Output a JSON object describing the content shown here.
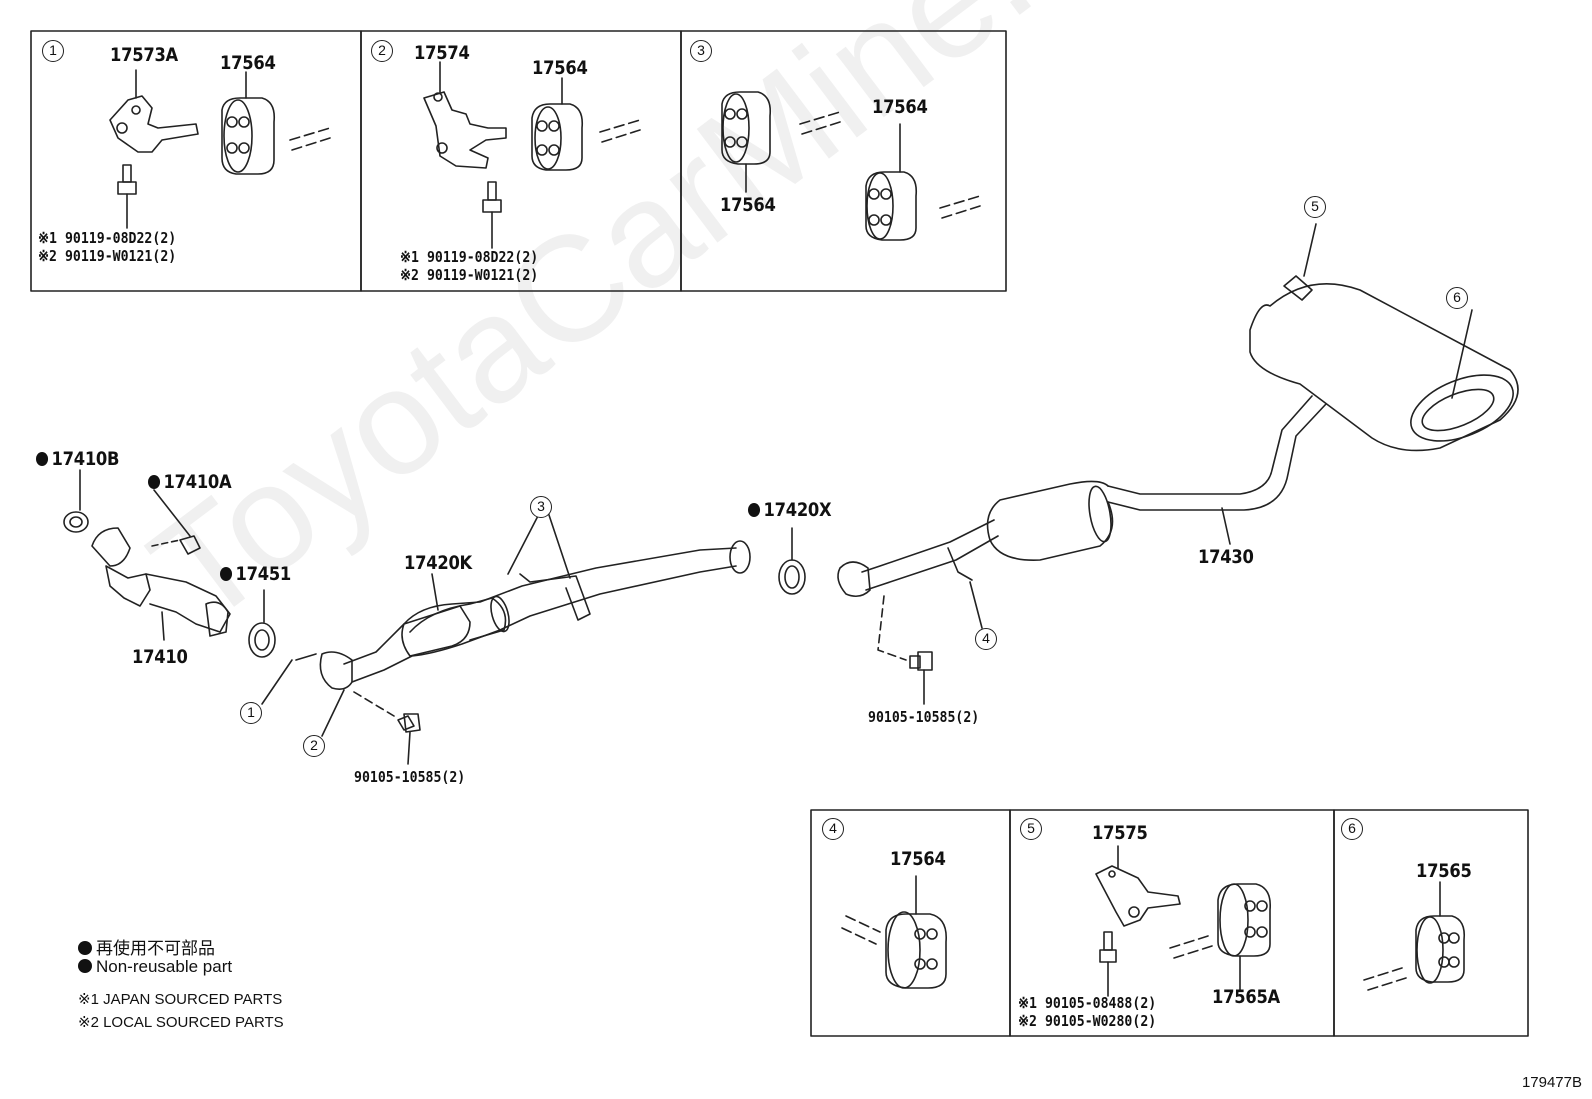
{
  "diagram_id": "179477B",
  "watermark": "ToyotaCarMine.ru",
  "legend": {
    "nonreusable_jp": "再使用不可部品",
    "nonreusable_en": "Non-reusable part",
    "note1": "※1 JAPAN SOURCED PARTS",
    "note2": "※2 LOCAL SOURCED PARTS"
  },
  "inset1": {
    "num": "1",
    "bracket": "17573A",
    "hanger": "17564",
    "bolt1": "※1 90119-08D22(2)",
    "bolt2": "※2 90119-W0121(2)"
  },
  "inset2": {
    "num": "2",
    "bracket": "17574",
    "hanger": "17564",
    "bolt1": "※1 90119-08D22(2)",
    "bolt2": "※2 90119-W0121(2)"
  },
  "inset3": {
    "num": "3",
    "hanger_a": "17564",
    "hanger_b": "17564"
  },
  "inset4": {
    "num": "4",
    "hanger": "17564"
  },
  "inset5": {
    "num": "5",
    "bracket": "17575",
    "hanger": "17565A",
    "bolt1": "※1 90105-08488(2)",
    "bolt2": "※2 90105-W0280(2)"
  },
  "inset6": {
    "num": "6",
    "hanger": "17565"
  },
  "main": {
    "gasket_b": "17410B",
    "nut_a": "17410A",
    "gasket_451": "17451",
    "front_pipe": "17410",
    "center_pipe": "17420K",
    "gasket_x": "17420X",
    "tail_pipe": "17430",
    "bolt_left": "90105-10585(2)",
    "bolt_right": "90105-10585(2)",
    "callouts": [
      "1",
      "2",
      "3",
      "4",
      "5",
      "6"
    ]
  }
}
